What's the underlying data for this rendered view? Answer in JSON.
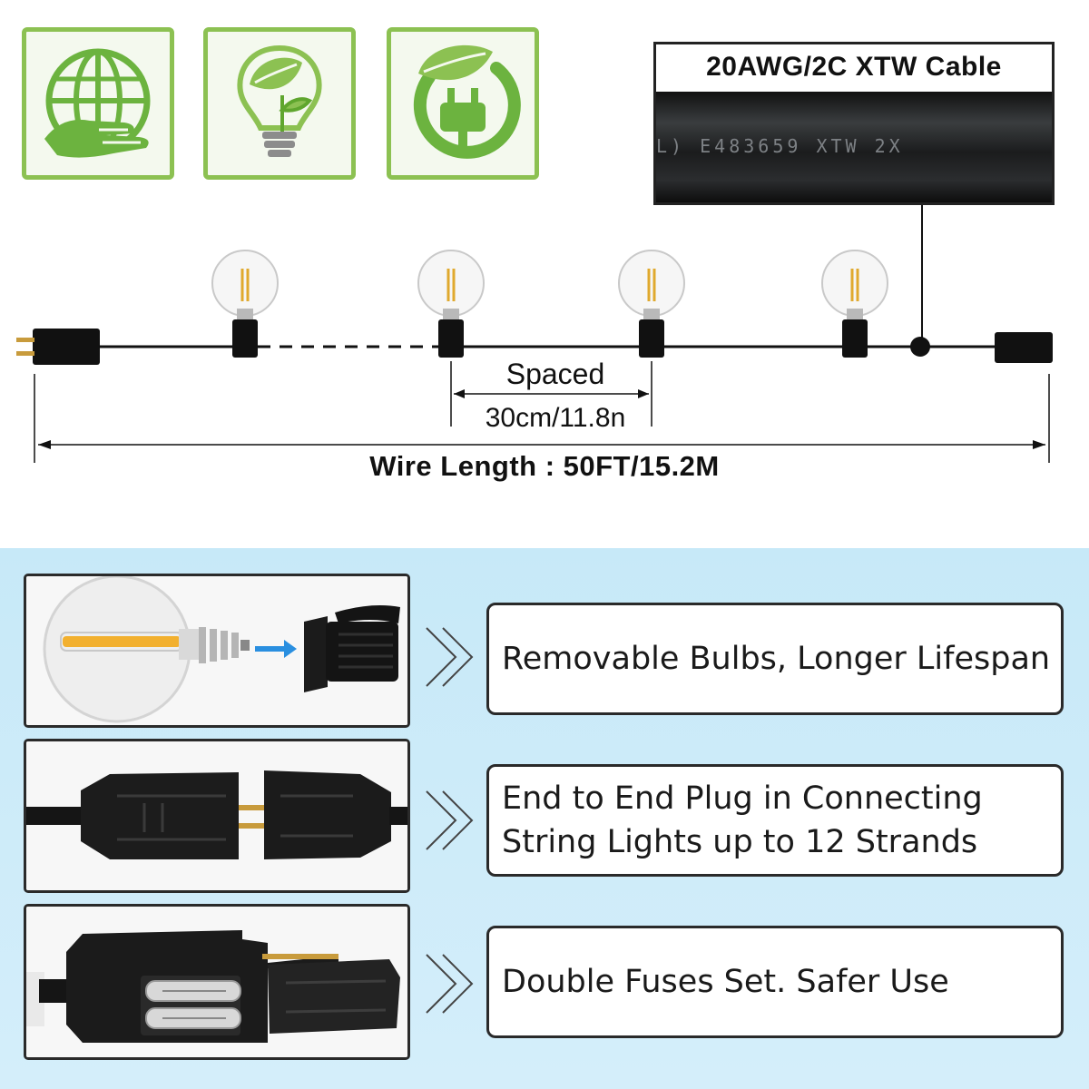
{
  "cable": {
    "title": "20AWG/2C XTW Cable",
    "print": "L)   E483659    XTW    2X"
  },
  "diagram": {
    "spaced_label": "Spaced",
    "spacing": "30cm/11.8n",
    "wire_length": "Wire Length : 50FT/15.2M"
  },
  "eco_icons": [
    "globe-hand-icon",
    "leaf-bulb-icon",
    "eco-plug-icon"
  ],
  "features": [
    {
      "text": "Removable Bulbs, Longer Lifespan"
    },
    {
      "text": "End to End Plug in Connecting\nString Lights up to 12 Strands"
    },
    {
      "text": "Double Fuses Set. Safer Use"
    }
  ],
  "colors": {
    "eco_green": "#8cc152",
    "eco_green_dark": "#5fa62e",
    "panel_blue": "#cdebf9",
    "wire": "#111111",
    "arrow_blue": "#2a8fe0"
  }
}
